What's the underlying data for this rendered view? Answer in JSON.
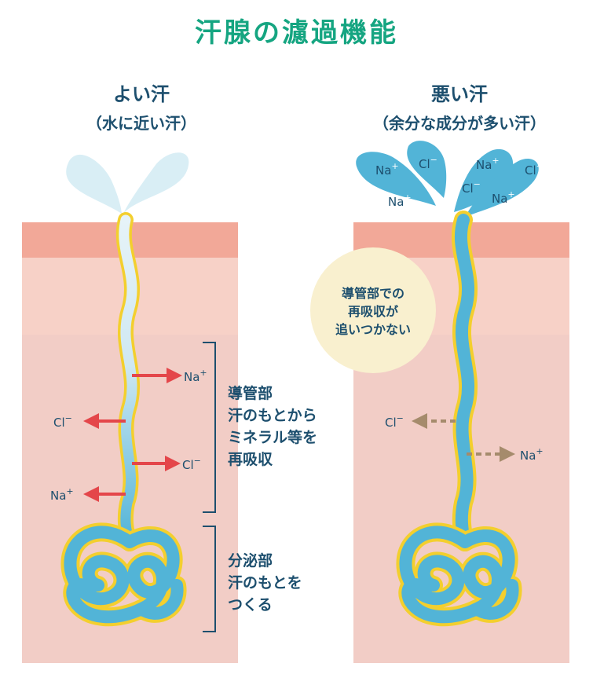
{
  "title": "汗腺の濾過機能",
  "left": {
    "heading": "よい汗",
    "subheading": "（水に近い汗）",
    "ions": {
      "na_top": "Na",
      "cl_left": "Cl",
      "cl_right": "Cl",
      "na_bottom": "Na"
    },
    "duct_label_lines": [
      "導管部",
      "汗のもとから",
      "ミネラル等を",
      "再吸収"
    ],
    "secretory_label_lines": [
      "分泌部",
      "汗のもとを",
      "つくる"
    ]
  },
  "right": {
    "heading": "悪い汗",
    "subheading": "（余分な成分が多い汗）",
    "droplet_ions": [
      "Na",
      "Cl",
      "Na",
      "Cl",
      "Na",
      "Cl",
      "Na"
    ],
    "bubble_lines": [
      "導管部での",
      "再吸収が",
      "追いつかない"
    ],
    "ions": {
      "cl_left": "Cl",
      "na_right": "Na"
    }
  },
  "symbols": {
    "plus": "+",
    "minus": "−"
  },
  "colors": {
    "title": "#15a581",
    "text": "#1d4f6e",
    "skin_top": "#f2a898",
    "skin_mid": "#f7d1c7",
    "skin_deep": "#f2cdc6",
    "duct_blue": "#52b4d7",
    "duct_outline": "#f3cf2e",
    "drop_light": "#d9eef5",
    "arrow_red": "#e4464a",
    "arrow_brown": "#a58b6c",
    "bubble": "#f9f0cf"
  }
}
